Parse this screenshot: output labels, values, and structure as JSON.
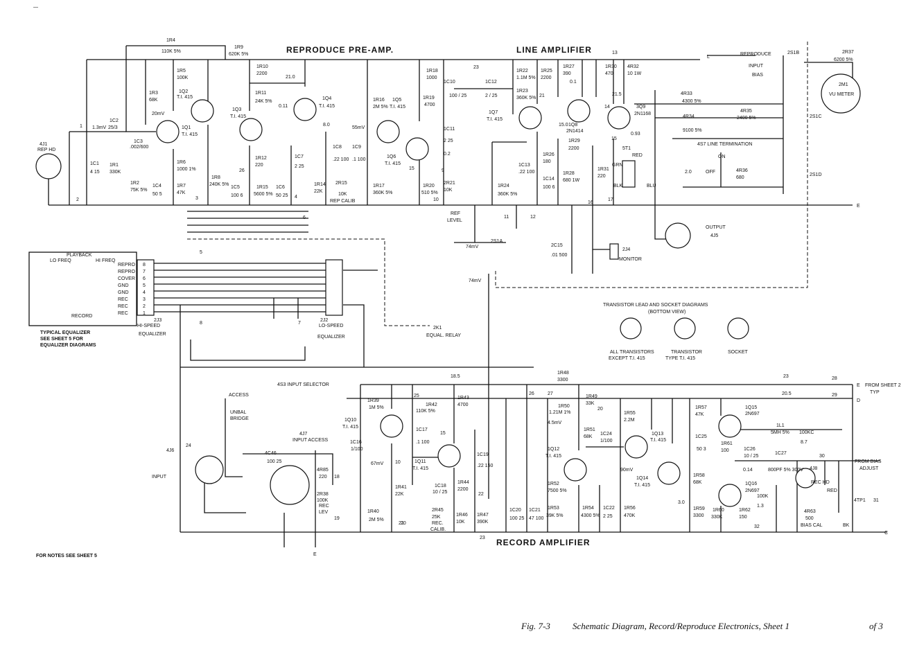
{
  "titles": {
    "preamp": "REPRODUCE PRE-AMP.",
    "line_amp": "LINE AMPLIFIER",
    "record_amp": "RECORD AMPLIFIER"
  },
  "caption": {
    "fig": "Fig. 7-3",
    "text": "Schematic Diagram, Record/Reproduce Electronics, Sheet 1",
    "of": "of 3"
  },
  "notes": {
    "bottom_left": "FOR NOTES SEE SHEET 5",
    "typical_eq_1": "TYPICAL EQUALIZER",
    "typical_eq_2": "SEE SHEET 5 FOR",
    "typical_eq_3": "EQUALIZER DIAGRAMS"
  },
  "connectors": {
    "rep_hd_ref": "4J1",
    "rep_hd_label": "REP HD",
    "input_ref": "4J6",
    "input_label": "INPUT",
    "input_selector": "4S3  INPUT SELECTOR",
    "input_access_ref": "4J7",
    "input_access_label": "INPUT ACCESS",
    "output_label": "OUTPUT",
    "output_ref": "4J5",
    "monitor_ref": "2J4",
    "monitor_label": "MONITOR",
    "rec_hd_ref": "4J8",
    "rec_hd_label": "REC HD",
    "tp_label": "4TP1",
    "from_sheet": "FROM SHEET 2",
    "typ": "TYP",
    "from_bias": "FROM BIAS",
    "adjust": "ADJUST"
  },
  "equalizer": {
    "playback": "PLAYBACK",
    "lo_freq": "LO FREQ",
    "hi_freq": "HI FREQ",
    "record": "RECORD",
    "hi_speed_ref": "2J3",
    "hi_speed": "HI-SPEED",
    "hi_speed_2": "EQUALIZER",
    "lo_speed_ref": "2J2",
    "lo_speed": "LO-SPEED",
    "lo_speed_2": "EQUALIZER",
    "relay_ref": "2K1",
    "relay": "EQUAL. RELAY",
    "pins": [
      "REPRO",
      "REPRO",
      "COVER",
      "GND",
      "GND",
      "REC",
      "REC",
      "REC"
    ],
    "pin_numbers": [
      "8",
      "7",
      "6",
      "5",
      "4",
      "3",
      "2",
      "1"
    ]
  },
  "switch_s1": {
    "ref": "2S1B",
    "label_1": "REPRODUCE",
    "label_2": "INPUT",
    "label_3": "BIAS",
    "c_ref": "2S1C",
    "d_ref": "2S1D",
    "a_ref": "2S1A",
    "r37": "2R37",
    "r37_val": "6200 5%",
    "meter": "2M1",
    "meter_label": "VU METER",
    "line_term": "4S7  LINE TERMINATION",
    "on": "ON",
    "off": "OFF"
  },
  "transistor_diagrams": {
    "title": "TRANSISTOR LEAD AND SOCKET DIAGRAMS",
    "subtitle": "(BOTTOM VIEW)",
    "all_1": "ALL TRANSISTORS",
    "all_2": "EXCEPT T.I. 415",
    "ti_1": "TRANSISTOR",
    "ti_2": "TYPE T.I. 415",
    "socket": "SOCKET"
  },
  "transistors": [
    {
      "ref": "1Q1",
      "type": "T.I. 415"
    },
    {
      "ref": "1Q2",
      "type": "T.I. 415"
    },
    {
      "ref": "1Q3",
      "type": "T.I. 415"
    },
    {
      "ref": "1Q4",
      "type": "T.I. 415"
    },
    {
      "ref": "1Q5",
      "type": "T.I. 415"
    },
    {
      "ref": "1Q6",
      "type": "T.I. 415"
    },
    {
      "ref": "1Q7",
      "type": "T.I. 415"
    },
    {
      "ref": "1Q8",
      "type": "2N1414"
    },
    {
      "ref": "3Q9",
      "type": "2N1168"
    },
    {
      "ref": "1Q10",
      "type": "T.I. 415"
    },
    {
      "ref": "1Q11",
      "type": "T.I. 415"
    },
    {
      "ref": "1Q12",
      "type": "T.I. 415"
    },
    {
      "ref": "1Q13",
      "type": "T.I. 415"
    },
    {
      "ref": "1Q14",
      "type": "T.I. 415"
    },
    {
      "ref": "1Q15",
      "type": "2N697"
    },
    {
      "ref": "1Q16",
      "type": "2N697"
    }
  ],
  "components": {
    "r4": "1R4",
    "r4v": "110K 5%",
    "r9": "1R9",
    "r9v": "620K 5%",
    "r5": "1R5",
    "r5v": "100K",
    "r3": "1R3",
    "r3v": "68K",
    "r10": "1R10",
    "r10v": "2200",
    "r11": "1R11",
    "r11v": "24K 5%",
    "r12": "1R12",
    "r12v": "220",
    "r15": "1R15",
    "r15v": "5600 5%",
    "r8": "1R8",
    "r8v": "240K 5%",
    "r6": "1R6",
    "r6v": "1000 1%",
    "r7": "1R7",
    "r7v": "47K",
    "r2": "1R2",
    "r2v": "75K 5%",
    "r1": "1R1",
    "r1v": "330K",
    "r14": "1R14",
    "r14v": "22K",
    "c1": "1C1",
    "c1v": "4 15",
    "c2": "1C2",
    "c2v": "25/3",
    "c3": "1C3",
    "c3v": ".002/600",
    "c4": "1C4",
    "c4v": "50 5",
    "c5": "1C5",
    "c5v": "100 6",
    "c6": "1C6",
    "c6v": "50 25",
    "c7": "1C7",
    "c7v": "2 25",
    "c8": "1C8",
    "c8v": ".22 100",
    "c9": "1C9",
    "c9v": ".1 100",
    "r15p": "2R15",
    "r15pv": "10K",
    "rep_calib": "REP CALIB",
    "r16": "1R16",
    "r16v": "2M 5%",
    "r17": "1R17",
    "r17v": "360K 5%",
    "r18": "1R18",
    "r18v": "1000",
    "r19": "1R19",
    "r19v": "4700",
    "r20": "1R20",
    "r20v": "510 5%",
    "r21": "2R21",
    "r21v": "10K",
    "ref_level_1": "REF",
    "ref_level_2": "LEVEL",
    "c10": "1C10",
    "c10v": "100 / 25",
    "c11": "1C11",
    "c11v": "2 25",
    "c12": "1C12",
    "c12v": "2 / 25",
    "r22": "1R22",
    "r22v": "1.1M 5%",
    "r23": "1R23",
    "r23v": "360K 5%",
    "r24": "1R24",
    "r24v": "360K 5%",
    "c13": "1C13",
    "c13v": ".22 100",
    "r25": "1R25",
    "r25v": "2200",
    "r26": "1R26",
    "r26v": "180",
    "c14": "1C14",
    "c14v": "100 6",
    "r27": "1R27",
    "r27v": "390",
    "r28": "1R28",
    "r28v": "680 1W",
    "r29": "1R29",
    "r29v": "2200",
    "r30": "1R30",
    "r30v": "470",
    "r31": "1R31",
    "r31v": "220",
    "r32": "4R32",
    "r32v": "10 1W",
    "r33": "4R33",
    "r33v": "4300 5%",
    "r34": "4R34",
    "r34v": "9100 5%",
    "r35": "4R35",
    "r35v": "2400 5%",
    "r36": "4R36",
    "r36v": "680",
    "t1": "5T1",
    "c15": "2C15",
    "c15v": ".01 500",
    "red": "RED",
    "grn": "GRN",
    "blk": "BLK",
    "blu": "BLU",
    "c46": "4C46",
    "c46v": "100 25",
    "r85": "4R85",
    "r85v": "220",
    "r38": "2R38",
    "r38v": "100K",
    "rec_lev_1": "REC",
    "rec_lev_2": "LEV",
    "access": "ACCESS",
    "unbal": "UNBAL",
    "bridge": "BRIDGE",
    "r39": "1R39",
    "r39v": "1M 5%",
    "r40": "1R40",
    "r40v": "2M 5%",
    "r41": "1R41",
    "r41v": "22K",
    "r42": "1R42",
    "r42v": "110K 5%",
    "r43": "1R43",
    "r43v": "4700",
    "r44": "1R44",
    "r44v": "2200",
    "r45": "2R45",
    "r45v": "25K",
    "rec_calib_1": "REC.",
    "rec_calib_2": "CALIB.",
    "r46": "1R46",
    "r46v": "10K",
    "r47": "1R47",
    "r47v": "390K",
    "c16": "1C16",
    "c16v": "1/100",
    "c17": "1C17",
    "c17v": ".1 100",
    "c18": "1C18",
    "c18v": "10 / 25",
    "c19": "1C19",
    "c19v": ".22 150",
    "c20": "1C20",
    "c20v": "100 25",
    "c21": "1C21",
    "c21v": "47 100",
    "r48": "1R48",
    "r48v": "3300",
    "r49": "1R49",
    "r49v": "33K",
    "r50": "1R50",
    "r50v": "1.21M 1%",
    "r51": "1R51",
    "r51v": "68K",
    "r52": "1R52",
    "r52v": "7500 5%",
    "r53": "1R53",
    "r53v": "39K 5%",
    "r54": "1R54",
    "r54v": "4300 5%",
    "c22": "1C22",
    "c22v": "2 25",
    "c24": "1C24",
    "c24v": "1/100",
    "r55": "1R55",
    "r55v": "2.2M",
    "r56": "1R56",
    "r56v": "470K",
    "r57": "1R57",
    "r57v": "47K",
    "c25": "1C25",
    "c25v": "50 3",
    "r58": "1R58",
    "r58v": "68K",
    "r59": "1R59",
    "r59v": "3300",
    "r60": "1R60",
    "r60v": "330K",
    "r61": "1R61",
    "r61v": "100",
    "r62": "1R62",
    "r62v": "150",
    "c26": "1C26",
    "c26v": "10 / 25",
    "l1": "1L1",
    "l1v": "5MH 5%",
    "c27": "1C27",
    "c27v": "800PF 5% 300V",
    "kc": "100KC",
    "r100k": "100K",
    "r63": "4R63",
    "r63v": "500",
    "bias_cal": "BIAS CAL"
  },
  "voltages": [
    "1.3mV",
    "20mV",
    "0.11",
    "55mV",
    "0.2",
    "0.1",
    "0.93",
    "2.0",
    "74mV",
    "74mV",
    "67mV",
    "4.5mV",
    "90mV",
    "0.14",
    "8.7",
    "1.3"
  ],
  "circled": [
    "21.0",
    "26",
    "8.0",
    "23",
    "21",
    "15.0",
    "21.5",
    "15",
    "18.5",
    "15",
    "10",
    "20",
    "3.0",
    "23",
    "20.5"
  ],
  "nodes": [
    "1",
    "2",
    "3",
    "4",
    "5",
    "6",
    "7",
    "8",
    "9",
    "10",
    "11",
    "12",
    "13",
    "14",
    "15",
    "16",
    "17",
    "18",
    "19",
    "20",
    "21",
    "22",
    "23",
    "24",
    "25",
    "26",
    "27",
    "28",
    "29",
    "30",
    "31",
    "32"
  ],
  "bus_letters": [
    "L",
    "E",
    "E",
    "D",
    "C"
  ],
  "bottom_marks": [
    "E",
    "BK",
    "RED"
  ],
  "top_marks": [
    "—"
  ]
}
